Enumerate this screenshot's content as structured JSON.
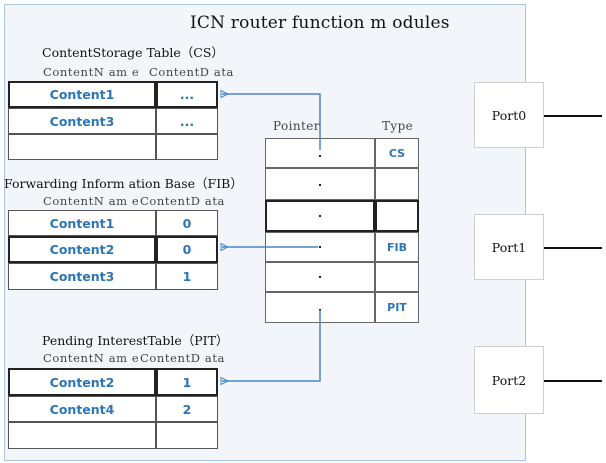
{
  "title": "ICN  router function m odules",
  "cs": {
    "title": "ContentStorage Table（CS）",
    "col_name": "ContentN am e",
    "col_data": "ContentD ata",
    "rows": [
      {
        "name": "Content1",
        "data": "..."
      },
      {
        "name": "Content3",
        "data": "..."
      },
      {
        "name": "",
        "data": ""
      }
    ]
  },
  "fib": {
    "title": "Forwarding Inform ation Base（FIB）",
    "col_name": "ContentN am e",
    "col_data": "ContentD ata",
    "rows": [
      {
        "name": "Content1",
        "data": "0"
      },
      {
        "name": "Content2",
        "data": "0"
      },
      {
        "name": "Content3",
        "data": "1"
      }
    ]
  },
  "pit": {
    "title": "Pending InterestTable（PIT）",
    "col_name": "ContentN am e",
    "col_data": "ContentD ata",
    "rows": [
      {
        "name": "Content2",
        "data": "1"
      },
      {
        "name": "Content4",
        "data": "2"
      },
      {
        "name": "",
        "data": ""
      }
    ]
  },
  "pointer_table": {
    "col_pointer": "Pointer",
    "col_type": "Type",
    "rows": [
      {
        "pointer": ".",
        "type": "CS"
      },
      {
        "pointer": ".",
        "type": ""
      },
      {
        "pointer": ".",
        "type": ""
      },
      {
        "pointer": ".",
        "type": "FIB"
      },
      {
        "pointer": ".",
        "type": ""
      },
      {
        "pointer": ".",
        "type": "PIT"
      }
    ]
  },
  "ports": [
    "Port0",
    "Port1",
    "Port2"
  ],
  "colors": {
    "accent": "#2e75b6",
    "arrow": "#4a86c5",
    "panel": "#f2f6fa",
    "panel_border": "#a9c7e3"
  }
}
